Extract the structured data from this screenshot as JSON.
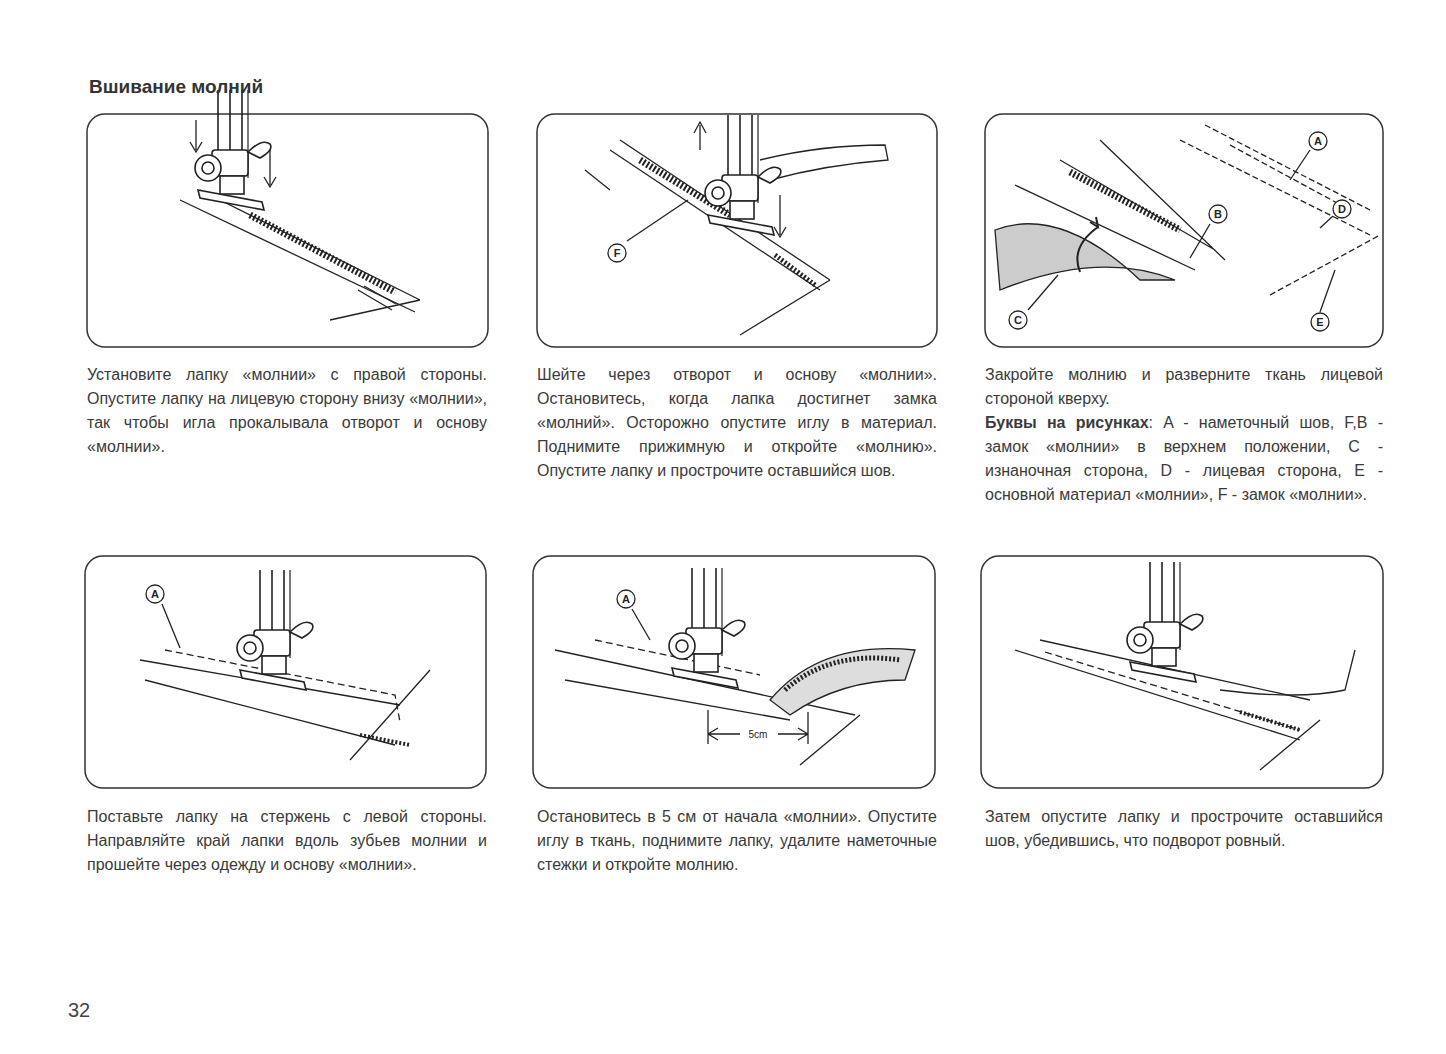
{
  "diagram": {
    "title": "Вшивание молний",
    "labels": [
      "Установите лапку «молнии» с правой стороны. Опустите лапку на лицевую сторону внизу «молнии», так чтобы игла прокалывала отворот и основу «молнии».",
      "F",
      "Шейте через отворот и основу «молнии». Остановитесь, когда лапка достигнет замка «молний». Осторожно опустите иглу в материал. Поднимите прижимную и откройте «молнию». Опустите лапку и прострочите оставшийся шов.",
      "A",
      "B",
      "C",
      "D",
      "E",
      "Закройте молнию и разверните ткань лицевой стороной кверху.",
      "Буквы на рисунках",
      ": A - наметочный шов, F,B - замок «молнии» в верхнем положении, C - изнаночная сторона, D - лицевая сторона, E - основной материал «молнии», F - замок «молнии».",
      "A",
      "Поставьте лапку на стержень с левой стороны. Направляйте край лапки вдоль зубьев молнии и прошейте через одежду и основу «молнии».",
      "A",
      "5cm",
      "Остановитесь в 5 см от начала «молнии». Опустите иглу в ткань, поднимите лапку, удалите наметочные стежки и откройте молнию.",
      "Затем опустите лапку и прострочите оставшийся шов, убедившись, что подворот ровный.",
      "32"
    ]
  }
}
